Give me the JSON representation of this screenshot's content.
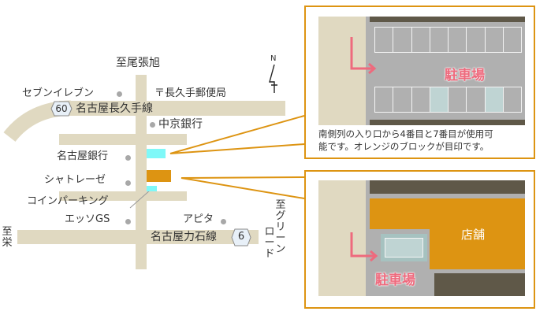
{
  "map": {
    "north_label": "N",
    "directions": {
      "north": "至尾張旭",
      "west": "至栄",
      "east_col1": "至グリーン",
      "east_col2": "ロード"
    },
    "routes": {
      "route60": {
        "number": "60",
        "name": "名古屋長久手線"
      },
      "route6": {
        "number": "6",
        "name": "名古屋力石線"
      }
    },
    "landmarks": [
      {
        "name": "セブンイレブン"
      },
      {
        "name": "〒長久手郵便局"
      },
      {
        "name": "中京銀行"
      },
      {
        "name": "名古屋銀行"
      },
      {
        "name": "シャトレーゼ"
      },
      {
        "name": "コインパーキング"
      },
      {
        "name": "エッソGS"
      },
      {
        "name": "アピタ"
      }
    ]
  },
  "detail_parking": {
    "label": "駐車場",
    "top_row_stalls": 8,
    "bottom_row_stalls": 8,
    "available_stalls": [
      4,
      7
    ],
    "caption_line1": "南側列の入り口から4番目と7番目が使用可",
    "caption_line2": "能です。オレンジのブロックが目印です。"
  },
  "detail_store": {
    "store_label": "店舗",
    "parking_label": "駐車場"
  },
  "colors": {
    "road": "#e0d9c1",
    "frame": "#dd9412",
    "store": "#dd9412",
    "parking_marker": "#7ff8f8",
    "lot_gray": "#b0b0b0",
    "dark_bar": "#5f5848",
    "available_stall": "#bfd4d3",
    "arrow_pink": "#ee6a7d"
  }
}
